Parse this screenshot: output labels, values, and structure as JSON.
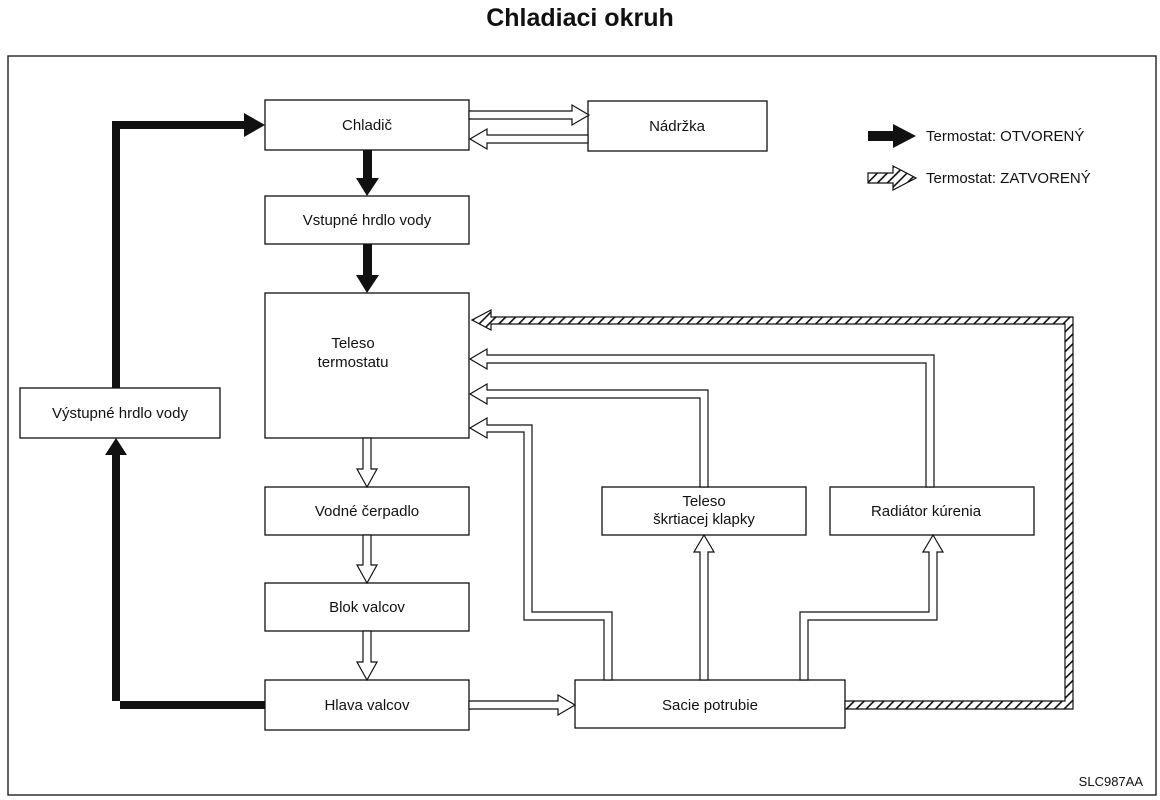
{
  "title": "Chladiaci okruh",
  "boxes": {
    "chladic": "Chladič",
    "nadrzka": "Nádržka",
    "vstupne_hrdlo": "Vstupné hrdlo vody",
    "teleso_termostatu_1": "Teleso",
    "teleso_termostatu_2": "termostatu",
    "vystupne_hrdlo": "Výstupné hrdlo vody",
    "vodne_cerpadlo": "Vodné čerpadlo",
    "blok_valcov": "Blok valcov",
    "hlava_valcov": "Hlava valcov",
    "sacie_potrubie": "Sacie potrubie",
    "teleso_skrtiacej_1": "Teleso",
    "teleso_skrtiacej_2": "škrtiacej klapky",
    "radiator_kurenia": "Radiátor kúrenia"
  },
  "legend": {
    "open": "Termostat: OTVORENÝ",
    "closed": "Termostat: ZATVORENÝ"
  },
  "figure_code": "SLC987AA"
}
